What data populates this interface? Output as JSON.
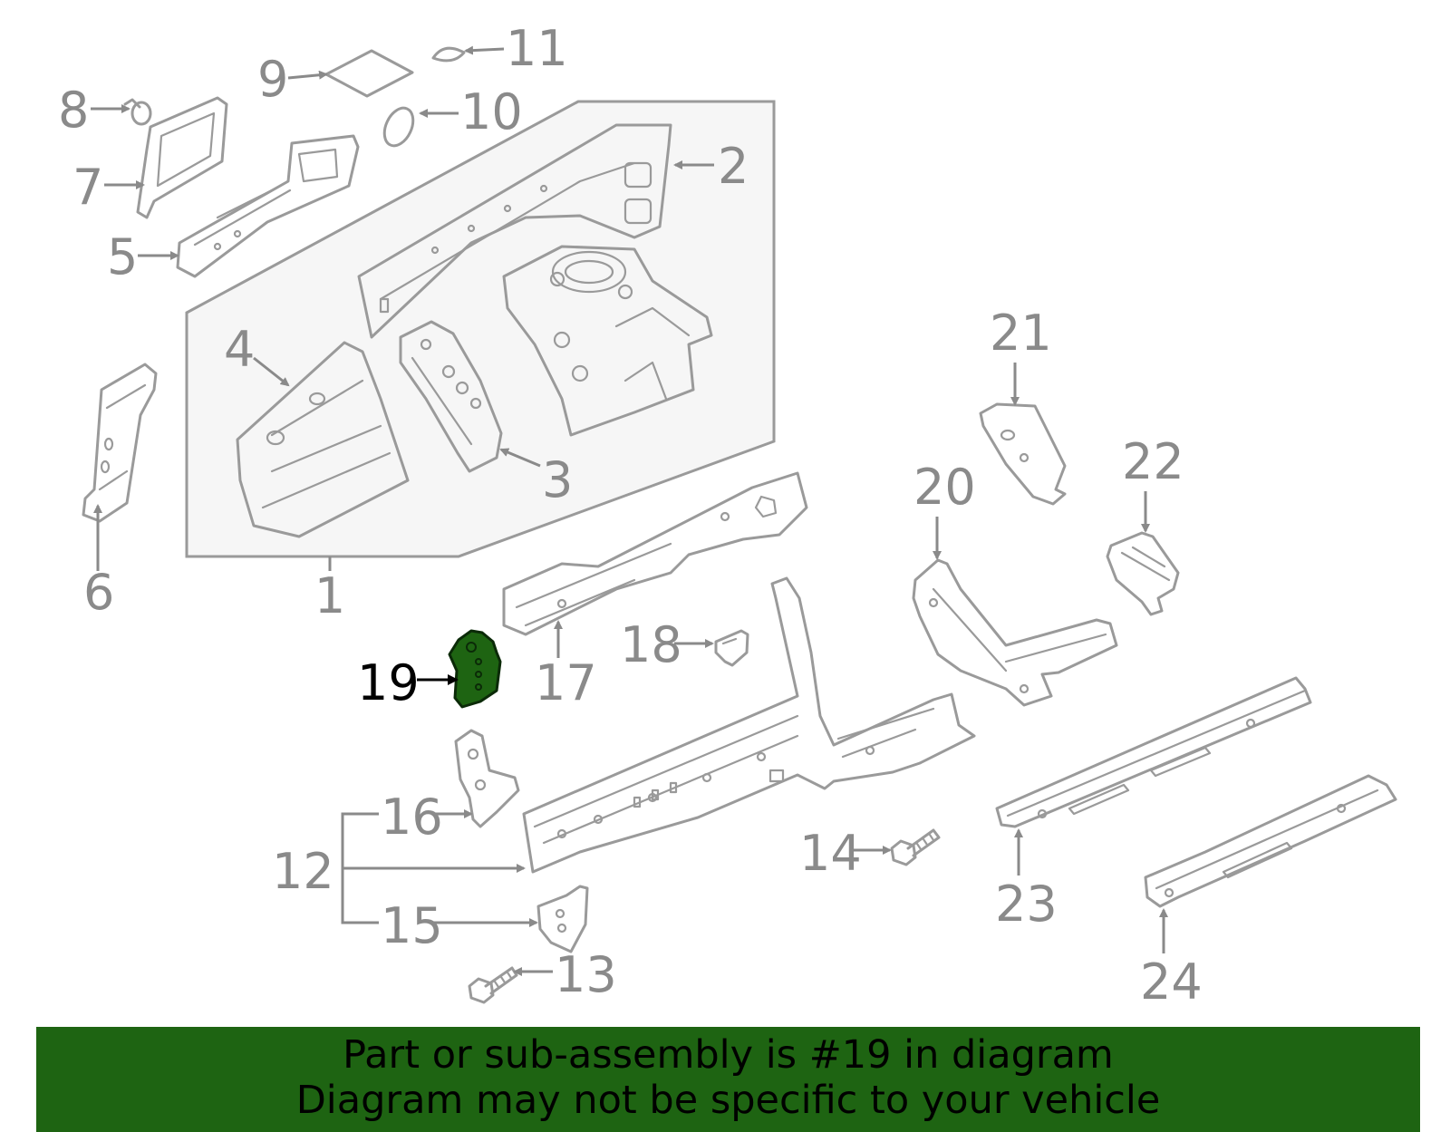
{
  "diagram": {
    "highlighted_part": "19",
    "highlight_color": "#1e6412",
    "callouts": [
      "1",
      "2",
      "3",
      "4",
      "5",
      "6",
      "7",
      "8",
      "9",
      "10",
      "11",
      "12",
      "13",
      "14",
      "15",
      "16",
      "17",
      "18",
      "19",
      "20",
      "21",
      "22",
      "23",
      "24"
    ]
  },
  "banner": {
    "background": "#1e6412",
    "line1": "Part or sub-assembly is #19 in diagram",
    "line2": "Diagram may not be specific to your vehicle"
  }
}
